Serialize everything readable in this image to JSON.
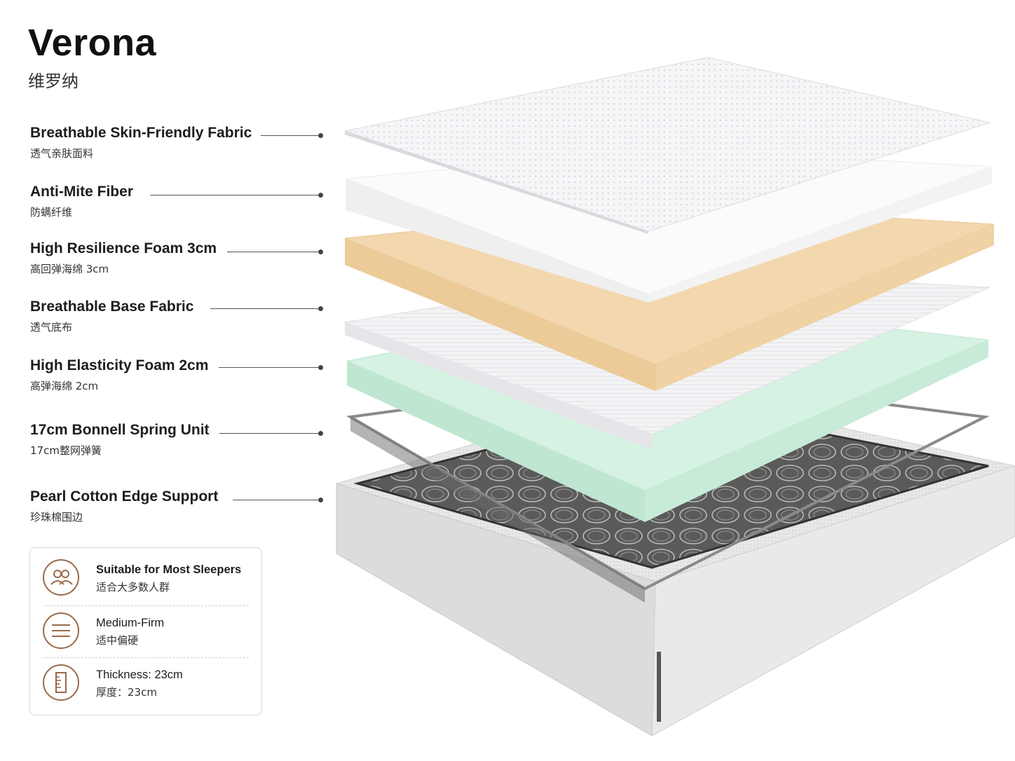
{
  "product": {
    "title": "Verona",
    "subtitle": "维罗纳"
  },
  "layers": [
    {
      "en": "Breathable Skin-Friendly Fabric",
      "zh": "透气亲肤面料"
    },
    {
      "en": "Anti-Mite Fiber",
      "zh": "防螨纤维"
    },
    {
      "en": "High Resilience Foam 3cm",
      "zh": "高回弹海绵 3cm"
    },
    {
      "en": "Breathable Base Fabric",
      "zh": "透气底布"
    },
    {
      "en": "High Elasticity Foam 2cm",
      "zh": "高弹海绵 2cm"
    },
    {
      "en": "17cm Bonnell Spring Unit",
      "zh": "17cm整网弹簧"
    },
    {
      "en": "Pearl Cotton Edge Support",
      "zh": "珍珠棉围边"
    }
  ],
  "features": [
    {
      "icon": "people-icon",
      "en": "Suitable for Most Sleepers",
      "zh": "适合大多数人群"
    },
    {
      "icon": "firmness-lines-icon",
      "en": "Medium-Firm",
      "zh": "适中偏硬"
    },
    {
      "icon": "ruler-icon",
      "en": "Thickness: 23cm",
      "zh": "厚度：23cm"
    }
  ],
  "colors": {
    "accent_brown": "#9a6a4a",
    "foam_beige": "#f2d3a6",
    "foam_mint": "#cfeedd",
    "fabric_white": "#f4f4f6",
    "spring_dark": "#4a4a4a",
    "edge_gray": "#e4e4e4"
  }
}
